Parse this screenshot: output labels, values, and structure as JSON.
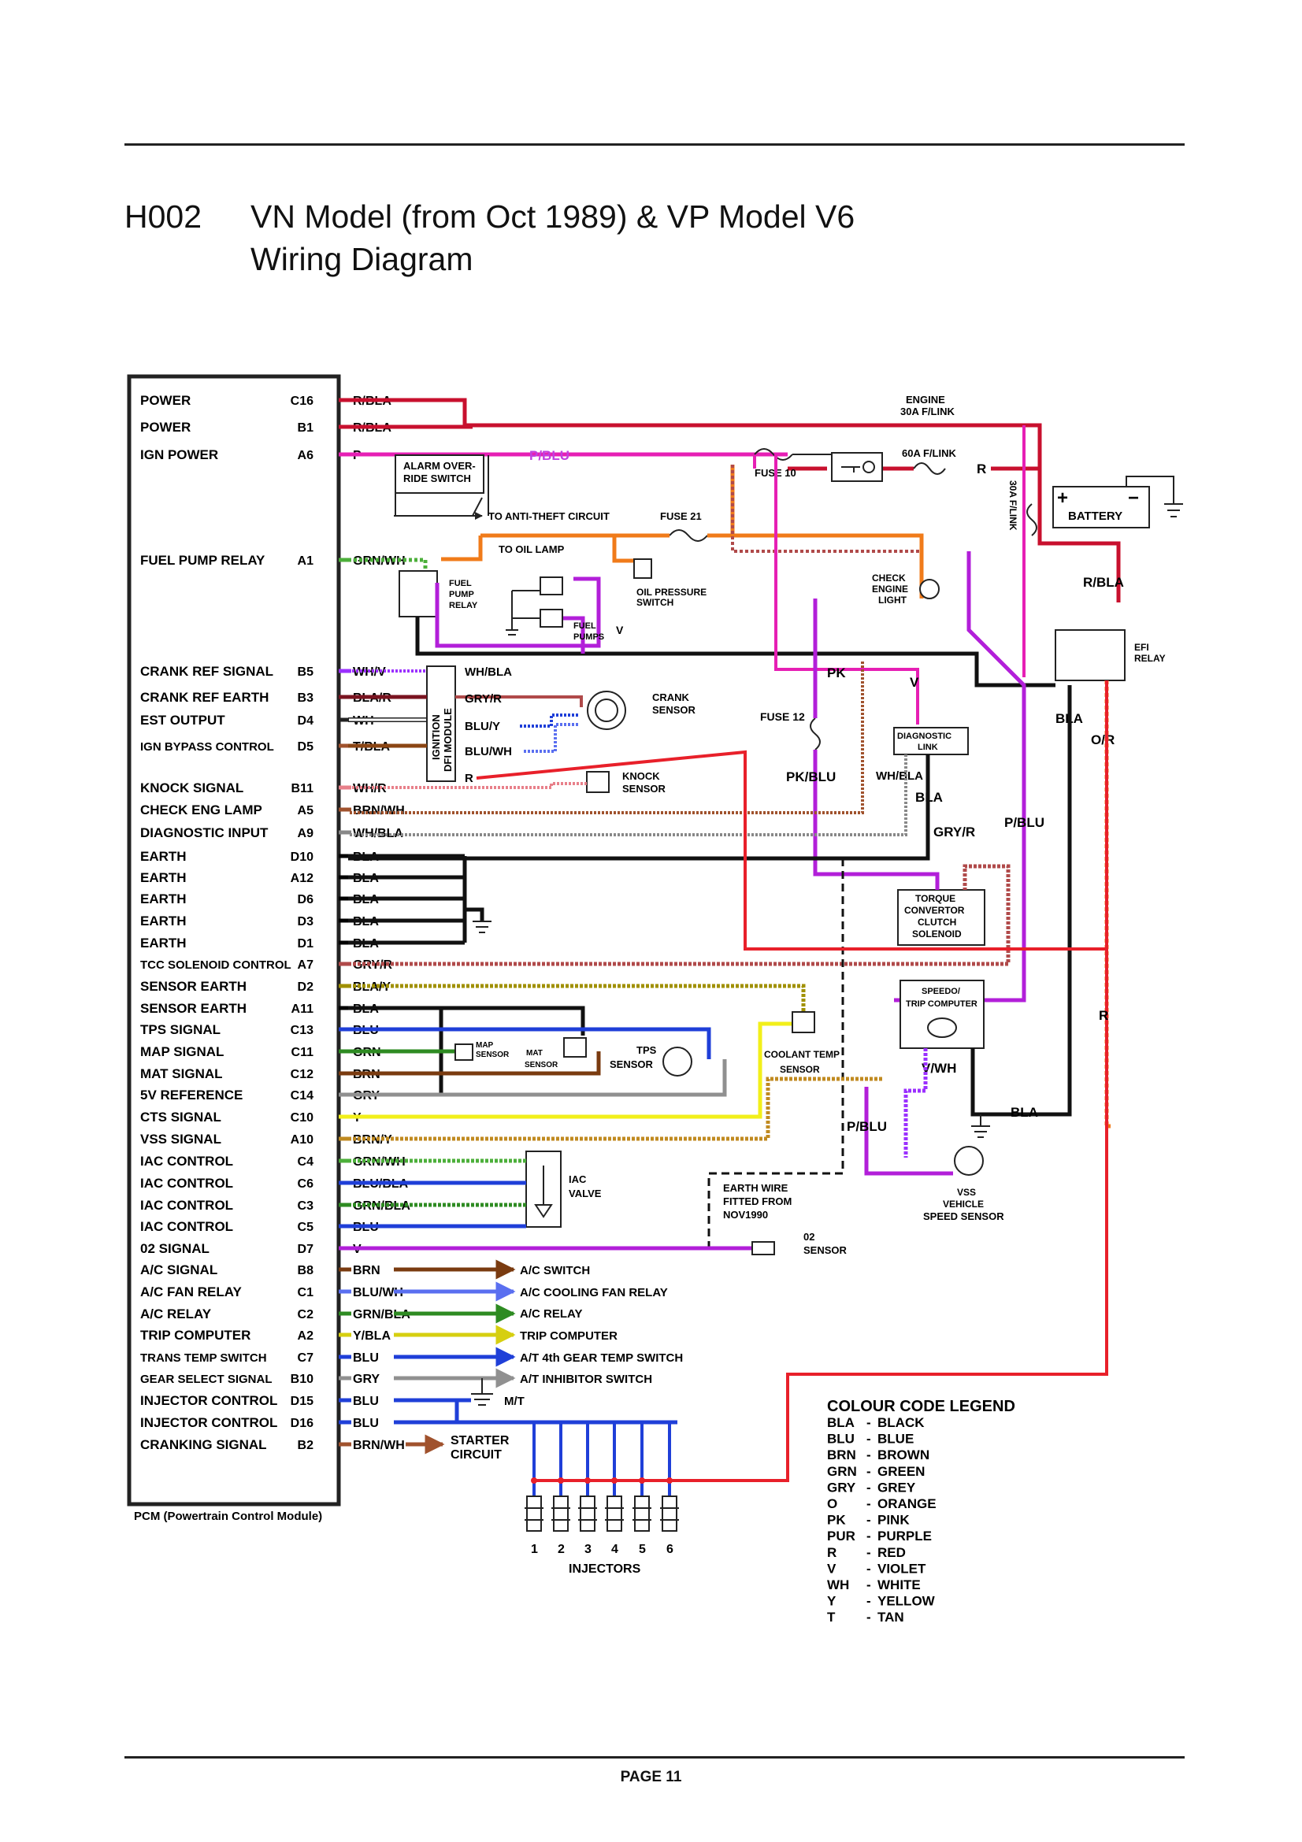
{
  "header": {
    "code": "H002",
    "title_line1": "VN Model (from Oct 1989) & VP Model V6",
    "title_line2": "Wiring Diagram"
  },
  "footer": {
    "page": "PAGE 11"
  },
  "pcm": {
    "caption": "PCM (Powertrain Control Module)",
    "pins": [
      {
        "label": "POWER",
        "pin": "C16",
        "wire": "R/BLA",
        "color": "#c8102e"
      },
      {
        "label": "POWER",
        "pin": "B1",
        "wire": "R/BLA",
        "color": "#c8102e"
      },
      {
        "label": "IGN POWER",
        "pin": "A6",
        "wire": "P",
        "color": "#e61fb4"
      },
      {
        "label": "FUEL PUMP RELAY",
        "pin": "A1",
        "wire": "GRN/WH",
        "color": "#4caf3a"
      },
      {
        "label": "CRANK REF SIGNAL",
        "pin": "B5",
        "wire": "WH/V",
        "color": "#9b30ff"
      },
      {
        "label": "CRANK REF EARTH",
        "pin": "B3",
        "wire": "BLA/R",
        "color": "#7a1420"
      },
      {
        "label": "EST OUTPUT",
        "pin": "D4",
        "wire": "WH",
        "color": "#ffffff"
      },
      {
        "label": "IGN BYPASS CONTROL",
        "pin": "D5",
        "wire": "T/BLA",
        "color": "#a0522d"
      },
      {
        "label": "KNOCK SIGNAL",
        "pin": "B11",
        "wire": "WH/R",
        "color": "#e8808a"
      },
      {
        "label": "CHECK ENG LAMP",
        "pin": "A5",
        "wire": "BRN/WH",
        "color": "#a0522d"
      },
      {
        "label": "DIAGNOSTIC INPUT",
        "pin": "A9",
        "wire": "WH/BLA",
        "color": "#888888"
      },
      {
        "label": "EARTH",
        "pin": "D10",
        "wire": "BLA",
        "color": "#000000"
      },
      {
        "label": "EARTH",
        "pin": "A12",
        "wire": "BLA",
        "color": "#000000"
      },
      {
        "label": "EARTH",
        "pin": "D6",
        "wire": "BLA",
        "color": "#000000"
      },
      {
        "label": "EARTH",
        "pin": "D3",
        "wire": "BLA",
        "color": "#000000"
      },
      {
        "label": "EARTH",
        "pin": "D1",
        "wire": "BLA",
        "color": "#000000"
      },
      {
        "label": "TCC SOLENOID CONTROL",
        "pin": "A7",
        "wire": "GRY/R",
        "color": "#b04a4a"
      },
      {
        "label": "SENSOR EARTH",
        "pin": "D2",
        "wire": "BLA/Y",
        "color": "#a09000"
      },
      {
        "label": "SENSOR EARTH",
        "pin": "A11",
        "wire": "BLA",
        "color": "#000000"
      },
      {
        "label": "TPS SIGNAL",
        "pin": "C13",
        "wire": "BLU",
        "color": "#1f3fd8"
      },
      {
        "label": "MAP SIGNAL",
        "pin": "C11",
        "wire": "GRN",
        "color": "#2e8b22"
      },
      {
        "label": "MAT SIGNAL",
        "pin": "C12",
        "wire": "BRN",
        "color": "#7a3b10"
      },
      {
        "label": "5V REFERENCE",
        "pin": "C14",
        "wire": "GRY",
        "color": "#909090"
      },
      {
        "label": "CTS SIGNAL",
        "pin": "C10",
        "wire": "Y",
        "color": "#f2ef1a"
      },
      {
        "label": "VSS SIGNAL",
        "pin": "A10",
        "wire": "BRN/Y",
        "color": "#c08a20"
      },
      {
        "label": "IAC CONTROL",
        "pin": "C4",
        "wire": "GRN/WH",
        "color": "#4caf3a"
      },
      {
        "label": "IAC CONTROL",
        "pin": "C6",
        "wire": "BLU/BLA",
        "color": "#1f3fd8"
      },
      {
        "label": "IAC CONTROL",
        "pin": "C3",
        "wire": "GRN/BLA",
        "color": "#2e8b22"
      },
      {
        "label": "IAC CONTROL",
        "pin": "C5",
        "wire": "BLU",
        "color": "#1f3fd8"
      },
      {
        "label": "02 SIGNAL",
        "pin": "D7",
        "wire": "V",
        "color": "#b21fd9"
      },
      {
        "label": "A/C SIGNAL",
        "pin": "B8",
        "wire": "BRN",
        "color": "#7a3b10"
      },
      {
        "label": "A/C FAN RELAY",
        "pin": "C1",
        "wire": "BLU/WH",
        "color": "#5a6ff0"
      },
      {
        "label": "A/C RELAY",
        "pin": "C2",
        "wire": "GRN/BLA",
        "color": "#2e8b22"
      },
      {
        "label": "TRIP COMPUTER",
        "pin": "A2",
        "wire": "Y/BLA",
        "color": "#d6cf10"
      },
      {
        "label": "TRANS TEMP SWITCH",
        "pin": "C7",
        "wire": "BLU",
        "color": "#1f3fd8"
      },
      {
        "label": "GEAR SELECT SIGNAL",
        "pin": "B10",
        "wire": "GRY",
        "color": "#909090"
      },
      {
        "label": "INJECTOR CONTROL",
        "pin": "D15",
        "wire": "BLU",
        "color": "#1f3fd8"
      },
      {
        "label": "INJECTOR CONTROL",
        "pin": "D16",
        "wire": "BLU",
        "color": "#1f3fd8"
      },
      {
        "label": "CRANKING SIGNAL",
        "pin": "B2",
        "wire": "BRN/WH",
        "color": "#a0522d"
      }
    ]
  },
  "destinations": {
    "ac_switch": "A/C SWITCH",
    "ac_fan_relay": "A/C COOLING FAN RELAY",
    "ac_relay": "A/C RELAY",
    "trip_computer": "TRIP COMPUTER",
    "trans_temp": "A/T 4th GEAR TEMP SWITCH",
    "inhibitor": "A/T INHIBITOR SWITCH",
    "mt": "M/T",
    "starter_1": "STARTER",
    "starter_2": "CIRCUIT"
  },
  "components": {
    "engine_link_1": "ENGINE",
    "engine_link_2": "30A F/LINK",
    "link_60": "60A F/LINK",
    "link_30_vert": "30A F/LINK",
    "battery": "BATTERY",
    "fuse10": "FUSE 10",
    "fuse21": "FUSE 21",
    "fuse12": "FUSE 12",
    "alarm_1": "ALARM OVER-",
    "alarm_2": "RIDE SWITCH",
    "anti_theft": "TO ANTI-THEFT CIRCUIT",
    "oil_lamp": "TO OIL LAMP",
    "oil_switch_1": "OIL PRESSURE",
    "oil_switch_2": "SWITCH",
    "fuel_relay_1": "FUEL",
    "fuel_relay_2": "PUMP",
    "fuel_relay_3": "RELAY",
    "fuel_pumps_1": "FUEL",
    "fuel_pumps_2": "PUMPS",
    "check_engine_1": "CHECK",
    "check_engine_2": "ENGINE",
    "check_engine_3": "LIGHT",
    "efi_relay_1": "EFI",
    "efi_relay_2": "RELAY",
    "dfi_1": "IGNITION",
    "dfi_2": "DFI MODULE",
    "crank_sensor_1": "CRANK",
    "crank_sensor_2": "SENSOR",
    "knock_sensor_1": "KNOCK",
    "knock_sensor_2": "SENSOR",
    "diag_link_1": "DIAGNOSTIC",
    "diag_link_2": "LINK",
    "tcc_1": "TORQUE",
    "tcc_2": "CONVERTOR",
    "tcc_3": "CLUTCH",
    "tcc_4": "SOLENOID",
    "speedo_1": "SPEEDO/",
    "speedo_2": "TRIP COMPUTER",
    "map_1": "MAP",
    "map_2": "SENSOR",
    "mat_1": "MAT",
    "mat_2": "SENSOR",
    "tps_1": "TPS",
    "tps_2": "SENSOR",
    "coolant_1": "COOLANT TEMP",
    "coolant_2": "SENSOR",
    "iac_1": "IAC",
    "iac_2": "VALVE",
    "vss_1": "VSS",
    "vss_2": "VEHICLE",
    "vss_3": "SPEED SENSOR",
    "o2_1": "02",
    "o2_2": "SENSOR",
    "earth_wire_1": "EARTH WIRE",
    "earth_wire_2": "FITTED FROM",
    "earth_wire_3": "NOV1990",
    "injectors": "INJECTORS",
    "injector_numbers": [
      "1",
      "2",
      "3",
      "4",
      "5",
      "6"
    ]
  },
  "wire_labels": {
    "p_blu": "P/BLU",
    "r": "R",
    "r_bla": "R/BLA",
    "pk": "PK",
    "v": "V",
    "v2": "V",
    "pk_blu": "PK/BLU",
    "wh_bla": "WH/BLA",
    "bla": "BLA",
    "bla2": "BLA",
    "bla3": "BLA",
    "o_r": "O/R",
    "gry_r": "GRY/R",
    "p_blu2": "P/BLU",
    "r2": "R",
    "v_wh": "V/WH",
    "p_blu3": "P/BLU",
    "wh_bla2": "WH/BLA",
    "gry_r2": "GRY/R",
    "blu_y": "BLU/Y",
    "blu_wh": "BLU/WH",
    "r3": "R"
  },
  "legend": {
    "title": "COLOUR CODE LEGEND",
    "items": [
      {
        "code": "BLA",
        "name": "BLACK"
      },
      {
        "code": "BLU",
        "name": "BLUE"
      },
      {
        "code": "BRN",
        "name": "BROWN"
      },
      {
        "code": "GRN",
        "name": "GREEN"
      },
      {
        "code": "GRY",
        "name": "GREY"
      },
      {
        "code": "O",
        "name": "ORANGE"
      },
      {
        "code": "PK",
        "name": "PINK"
      },
      {
        "code": "PUR",
        "name": "PURPLE"
      },
      {
        "code": "R",
        "name": "RED"
      },
      {
        "code": "V",
        "name": "VIOLET"
      },
      {
        "code": "WH",
        "name": "WHITE"
      },
      {
        "code": "Y",
        "name": "YELLOW"
      },
      {
        "code": "T",
        "name": "TAN"
      }
    ]
  }
}
